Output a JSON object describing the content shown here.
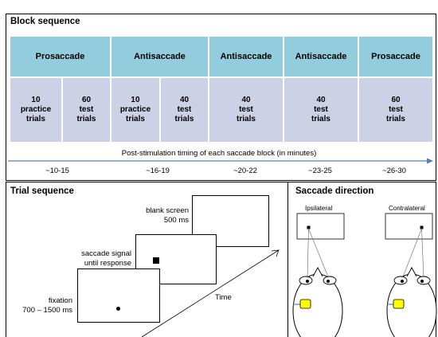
{
  "block_sequence": {
    "title": "Block sequence",
    "blocks": [
      {
        "label": "Prosaccade",
        "subs": [
          "10\npractice\ntrials",
          "60\ntest\ntrials"
        ]
      },
      {
        "label": "Antisaccade",
        "subs": [
          "10\npractice\ntrials",
          "40\ntest\ntrials"
        ]
      },
      {
        "label": "Antisaccade",
        "subs": [
          "40\ntest\ntrials"
        ]
      },
      {
        "label": "Antisaccade",
        "subs": [
          "40\ntest\ntrials"
        ]
      },
      {
        "label": "Prosaccade",
        "subs": [
          "60\ntest\ntrials"
        ]
      }
    ],
    "timeline_label": "Post-stimulation timing of each saccade block (in minutes)",
    "timings": [
      "~10-15",
      "~16-19",
      "~20-22",
      "~23-25",
      "~26-30"
    ],
    "colors": {
      "header": "#93cddd",
      "sub": "#ccd1e6",
      "arrow": "#4f81bd"
    }
  },
  "trial_sequence": {
    "title": "Trial sequence",
    "screens": [
      {
        "label": "fixation\n700 – 1500 ms"
      },
      {
        "label": "saccade signal\nuntil response"
      },
      {
        "label": "blank screen\n500 ms"
      }
    ],
    "time_label": "Time"
  },
  "saccade_direction": {
    "title": "Saccade direction",
    "ipsilateral": "Ipsilateral",
    "contralateral": "Contralateral",
    "stim_color": "#ffff00"
  }
}
